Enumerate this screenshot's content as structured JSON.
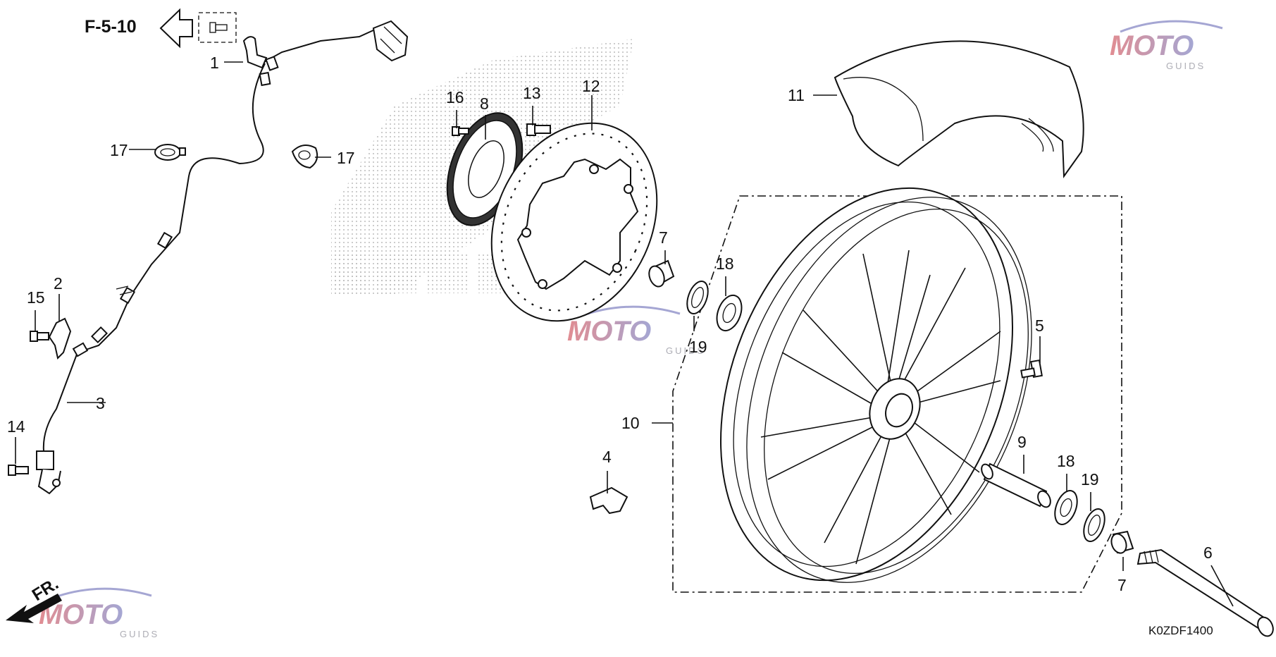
{
  "diagram": {
    "reference": "F-5-10",
    "figure_code": "K0ZDF1400",
    "watermark_text": "GUIDS",
    "colors": {
      "line": "#111111",
      "watermark_red": "#c9303a",
      "watermark_blue": "#5c5fb0"
    },
    "icons": [
      "arrow-left-icon",
      "front-direction-arrow-icon",
      "watermark-logo-icon"
    ],
    "direction_label": "FR.",
    "callouts": [
      {
        "id": "c1",
        "label": "1"
      },
      {
        "id": "c2",
        "label": "2"
      },
      {
        "id": "c3",
        "label": "3"
      },
      {
        "id": "c4",
        "label": "4"
      },
      {
        "id": "c5",
        "label": "5"
      },
      {
        "id": "c6",
        "label": "6"
      },
      {
        "id": "c7a",
        "label": "7"
      },
      {
        "id": "c7b",
        "label": "7"
      },
      {
        "id": "c8",
        "label": "8"
      },
      {
        "id": "c9",
        "label": "9"
      },
      {
        "id": "c10",
        "label": "10"
      },
      {
        "id": "c11",
        "label": "11"
      },
      {
        "id": "c12",
        "label": "12"
      },
      {
        "id": "c13",
        "label": "13"
      },
      {
        "id": "c14",
        "label": "14"
      },
      {
        "id": "c15",
        "label": "15"
      },
      {
        "id": "c16",
        "label": "16"
      },
      {
        "id": "c17a",
        "label": "17"
      },
      {
        "id": "c17b",
        "label": "17"
      },
      {
        "id": "c18a",
        "label": "18"
      },
      {
        "id": "c18b",
        "label": "18"
      },
      {
        "id": "c19a",
        "label": "19"
      },
      {
        "id": "c19b",
        "label": "19"
      }
    ]
  }
}
